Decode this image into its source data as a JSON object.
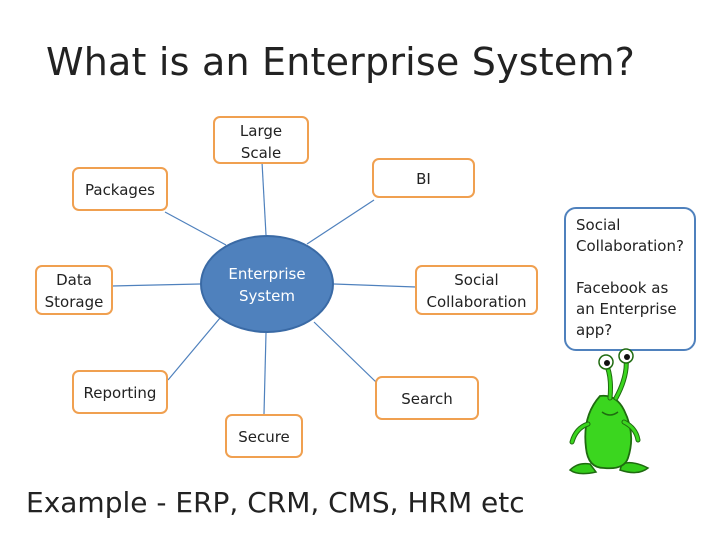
{
  "title": "What is an Enterprise System?",
  "center": {
    "line1": "Enterprise",
    "line2": "System"
  },
  "nodes": {
    "large_scale": {
      "line1": "Large",
      "line2": "Scale"
    },
    "bi": "BI",
    "packages": "Packages",
    "data_storage": {
      "line1": "Data",
      "line2": "Storage"
    },
    "social_collaboration": {
      "line1": "Social",
      "line2": "Collaboration"
    },
    "reporting": "Reporting",
    "search": "Search",
    "secure": "Secure"
  },
  "callout": {
    "line1": "Social",
    "line2": "Collaboration?",
    "line3": "Facebook  as",
    "line4": "an Enterprise",
    "line5": "app?"
  },
  "footer": "Example - ERP, CRM, CMS, HRM etc",
  "colors": {
    "box_border": "#f0a050",
    "hub_fill": "#4f81bd",
    "callout_border": "#4f81bd",
    "connector": "#4f81bd",
    "alien": "#33cc1a"
  },
  "icons": {
    "mascot": "green-alien-icon"
  }
}
